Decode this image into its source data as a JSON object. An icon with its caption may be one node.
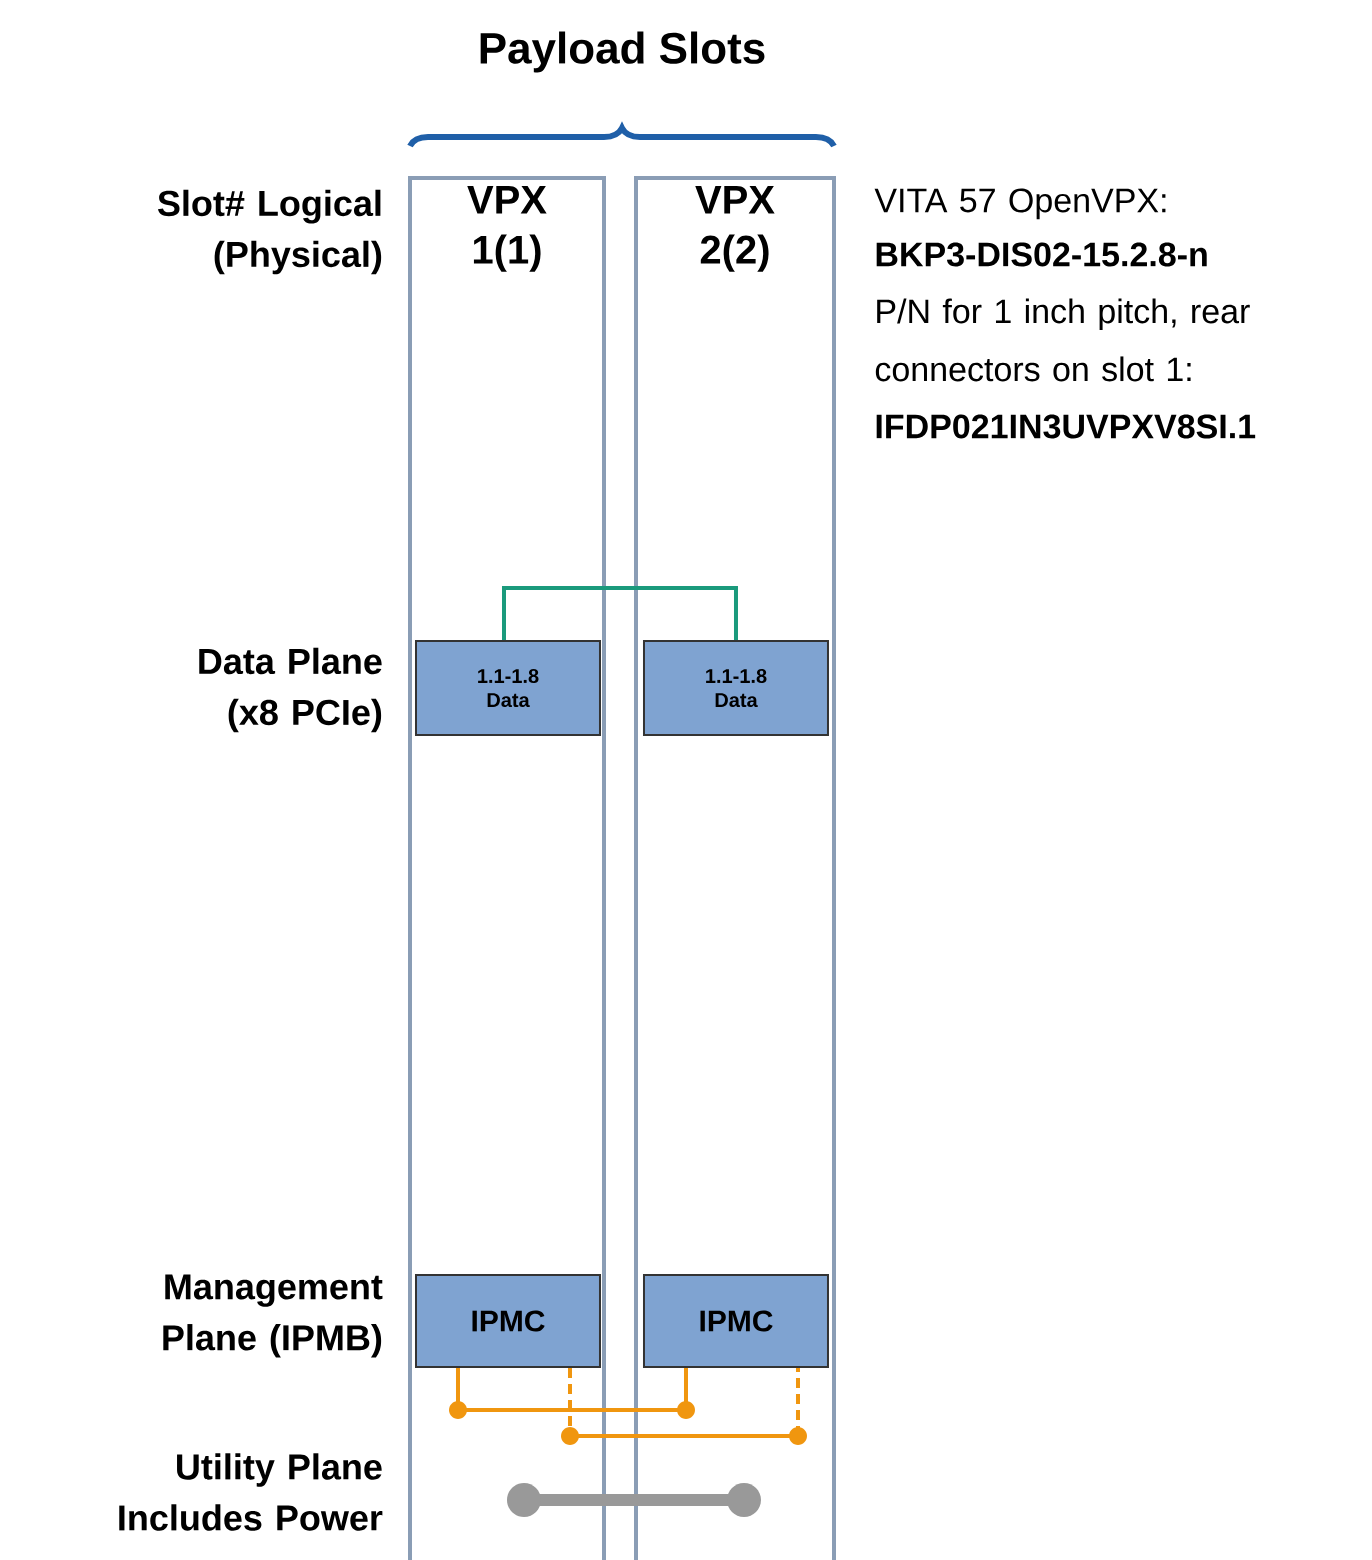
{
  "diagram": {
    "title": "Payload Slots",
    "nodes": [
      {
        "text": [
          "VPX 1(1)"
        ]
      },
      {
        "text": [
          "VPX 2(2)"
        ]
      },
      {
        "text": [
          "1.1-1.8 Data"
        ],
        "in": 0
      },
      {
        "text": [
          "1.1-1.8 Data"
        ],
        "in": 1
      },
      {
        "text": [
          "IPMC"
        ],
        "in": 0
      },
      {
        "text": [
          "IPMC"
        ],
        "in": 1
      }
    ],
    "edges": [
      {
        "from": 2,
        "to": 3,
        "arrow": "none",
        "color": "#1a9a7c"
      },
      {
        "from": 4,
        "to": 5,
        "arrow": "none",
        "color": "#f0960f"
      },
      {
        "from": 4,
        "to": 5,
        "arrow": "none",
        "color": "#f0960f",
        "style": "dashed"
      }
    ],
    "labels": [
      "Slot# Logical (Physical)",
      "VITA 57 OpenVPX:",
      "BKP3-DIS02-15.2.8-n",
      "P/N for 1 inch pitch, rear connectors on slot 1:",
      "IFDP021IN3UVPXV8SI.1",
      "Data Plane (x8 PCIe)",
      "Management Plane (IPMB)",
      "Utility Plane Includes Power"
    ]
  }
}
